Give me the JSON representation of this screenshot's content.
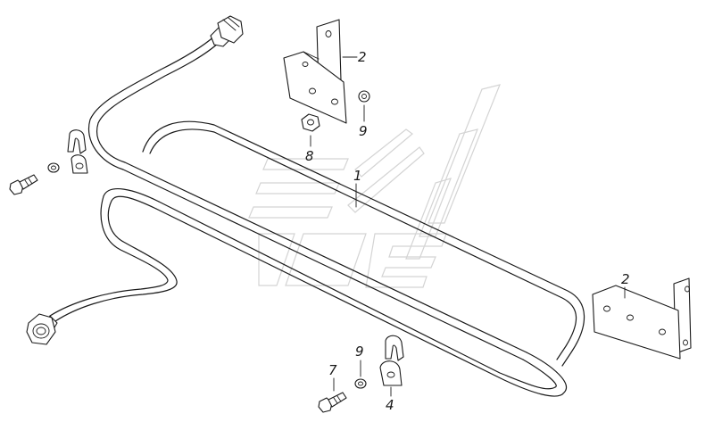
{
  "labels": {
    "tube": "1",
    "bracket_top": "2",
    "bracket_right": "2",
    "clamp": "4",
    "bolt": "7",
    "nut": "8",
    "washer_top": "9",
    "washer_bottom": "9"
  },
  "colors": {
    "line": "#1a1a1a",
    "watermark": "#d4d4d4",
    "background": "#ffffff"
  }
}
